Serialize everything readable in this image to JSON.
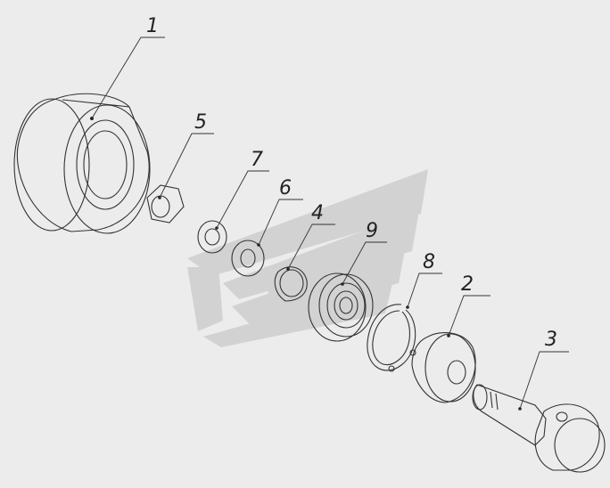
{
  "diagram": {
    "type": "exploded-assembly",
    "parts": [
      {
        "id": "part-1",
        "label": "1"
      },
      {
        "id": "part-2",
        "label": "2"
      },
      {
        "id": "part-3",
        "label": "3"
      },
      {
        "id": "part-4",
        "label": "4"
      },
      {
        "id": "part-5",
        "label": "5"
      },
      {
        "id": "part-6",
        "label": "6"
      },
      {
        "id": "part-7",
        "label": "7"
      },
      {
        "id": "part-8",
        "label": "8"
      },
      {
        "id": "part-9",
        "label": "9"
      }
    ]
  },
  "colors": {
    "background": "#ececec",
    "watermark": "#cfcfcf",
    "line": "#333333",
    "part_fill": "#ffffff"
  },
  "icons": {
    "watermark": "stylized-chevron-logo-icon"
  }
}
